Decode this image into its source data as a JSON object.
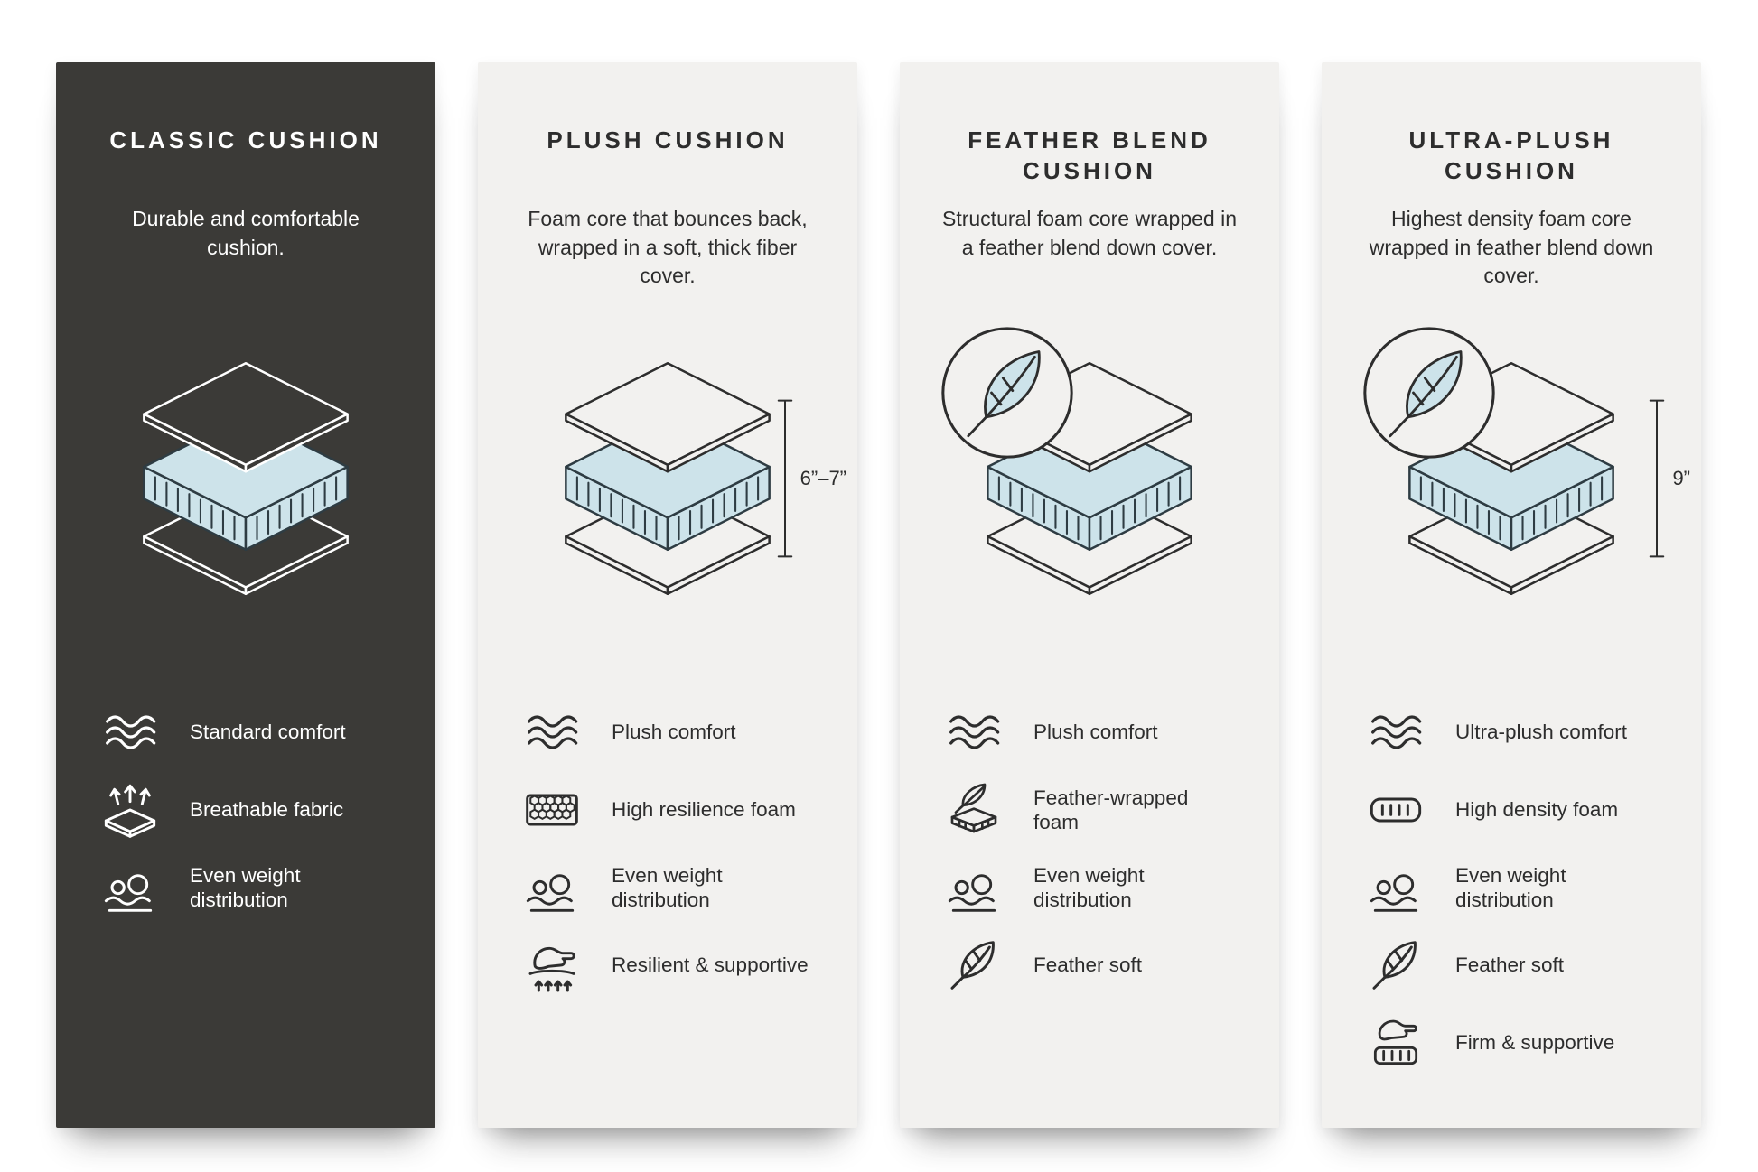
{
  "colors": {
    "page_bg": "#ffffff",
    "dark_panel": "#3b3a37",
    "light_panel": "#f2f1ef",
    "foam_fill": "#cde3ea",
    "foam_stroke": "#2e3c43",
    "stroke": "#2d2d2d"
  },
  "columns": [
    {
      "id": "classic",
      "title": "CLASSIC CUSHION",
      "description": "Durable and comfortable cushion.",
      "theme": "dark",
      "feather_badge": false,
      "height_label": "",
      "features": [
        {
          "icon": "waves-icon",
          "label": "Standard comfort"
        },
        {
          "icon": "breathable-fabric-icon",
          "label": "Breathable fabric"
        },
        {
          "icon": "even-weight-icon",
          "label": "Even weight distribution"
        }
      ]
    },
    {
      "id": "plush",
      "title": "PLUSH CUSHION",
      "description": "Foam core that bounces back, wrapped in a soft, thick fiber cover.",
      "theme": "light",
      "feather_badge": false,
      "height_label": "6”–7”",
      "features": [
        {
          "icon": "waves-icon",
          "label": "Plush comfort"
        },
        {
          "icon": "high-resilience-foam-icon",
          "label": "High resilience foam"
        },
        {
          "icon": "even-weight-icon",
          "label": "Even weight distribution"
        },
        {
          "icon": "resilient-supportive-icon",
          "label": "Resilient & supportive"
        }
      ]
    },
    {
      "id": "feather-blend",
      "title": "FEATHER BLEND CUSHION",
      "description": "Structural foam core wrapped in a feather blend down cover.",
      "theme": "light",
      "feather_badge": true,
      "height_label": "",
      "features": [
        {
          "icon": "waves-icon",
          "label": "Plush comfort"
        },
        {
          "icon": "feather-wrapped-foam-icon",
          "label": "Feather‑wrapped foam"
        },
        {
          "icon": "even-weight-icon",
          "label": "Even weight distribution"
        },
        {
          "icon": "feather-icon",
          "label": "Feather soft"
        }
      ]
    },
    {
      "id": "ultra-plush",
      "title": "ULTRA-PLUSH CUSHION",
      "description": "Highest density foam core wrapped in feather blend down cover.",
      "theme": "light",
      "feather_badge": true,
      "height_label": "9”",
      "features": [
        {
          "icon": "waves-icon",
          "label": "Ultra-plush comfort"
        },
        {
          "icon": "high-density-foam-icon",
          "label": "High density foam"
        },
        {
          "icon": "even-weight-icon",
          "label": "Even weight distribution"
        },
        {
          "icon": "feather-icon",
          "label": "Feather soft"
        },
        {
          "icon": "firm-supportive-icon",
          "label": "Firm & supportive"
        }
      ]
    }
  ]
}
